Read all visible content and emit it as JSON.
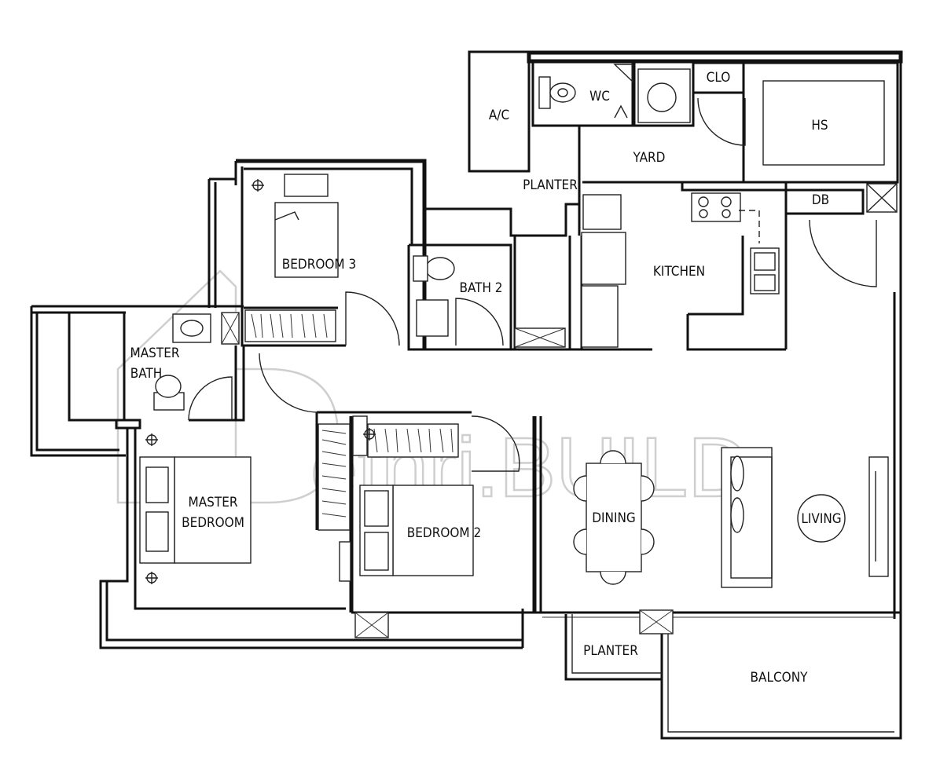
{
  "rooms": {
    "ac": "A/C",
    "wc": "WC",
    "clo": "CLO",
    "hs": "HS",
    "yard": "YARD",
    "planter_top": "PLANTER",
    "db": "DB",
    "bedroom3": "BEDROOM 3",
    "bath2": "BATH 2",
    "kitchen": "KITCHEN",
    "master_bath_line1": "MASTER",
    "master_bath_line2": "BATH",
    "master_bedroom_line1": "MASTER",
    "master_bedroom_line2": "BEDROOM",
    "bedroom2": "BEDROOM 2",
    "dining": "DINING",
    "living": "LIVING",
    "planter_bottom": "PLANTER",
    "balcony": "BALCONY"
  },
  "watermark": "ethri.BUILD"
}
